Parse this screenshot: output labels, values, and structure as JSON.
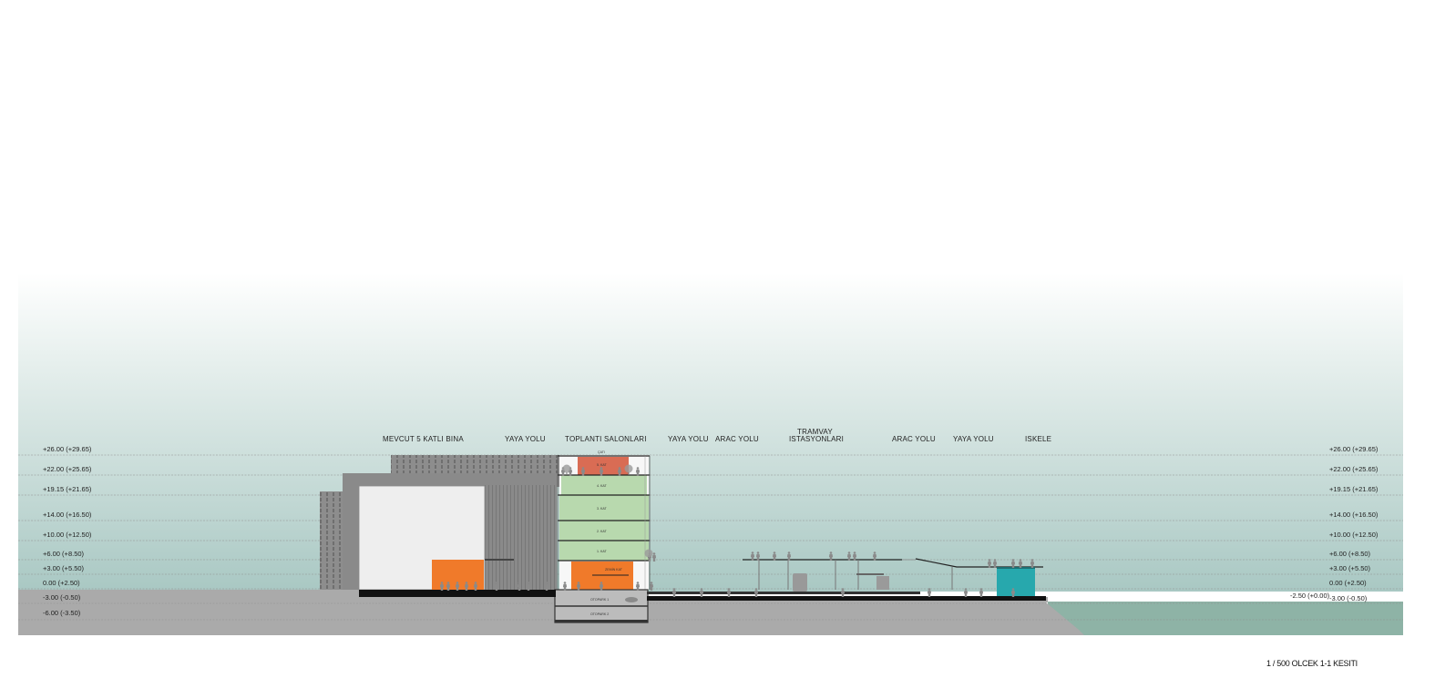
{
  "zones": [
    {
      "id": "mevcut",
      "label": "MEVCUT 5 KATLI BINA"
    },
    {
      "id": "yaya1",
      "label": "YAYA YOLU"
    },
    {
      "id": "toplanti",
      "label": "TOPLANTI SALONLARI"
    },
    {
      "id": "yaya2",
      "label": "YAYA YOLU"
    },
    {
      "id": "arac1",
      "label": "ARAC YOLU"
    },
    {
      "id": "tramvay",
      "label": "TRAMVAY",
      "label2": "ISTASYONLARI"
    },
    {
      "id": "arac2",
      "label": "ARAC YOLU"
    },
    {
      "id": "yaya3",
      "label": "YAYA YOLU"
    },
    {
      "id": "iskele",
      "label": "ISKELE"
    }
  ],
  "levels_left": [
    "+26.00 (+29.65)",
    "+22.00 (+25.65)",
    "+19.15 (+21.65)",
    "+14.00 (+16.50)",
    "+10.00 (+12.50)",
    "+6.00 (+8.50)",
    "+3.00 (+5.50)",
    "0.00 (+2.50)",
    "-3.00 (-0.50)",
    "-6.00 (-3.50)"
  ],
  "levels_right": [
    "+26.00 (+29.65)",
    "+22.00 (+25.65)",
    "+19.15 (+21.65)",
    "+14.00 (+16.50)",
    "+10.00 (+12.50)",
    "+6.00 (+8.50)",
    "+3.00 (+5.50)",
    "0.00 (+2.50)",
    "-3.00 (-0.50)"
  ],
  "sea_level_label": "-2.50 (+0.00)",
  "floors": {
    "roof": "ÇATI",
    "f5": "5. KAT",
    "f4": "4. KAT",
    "f3": "3. KAT",
    "f2": "2. KAT",
    "f1": "1. KAT",
    "ground": "ZEMİN KAT",
    "p1": "OTOPARK 1",
    "p2": "OTOPARK 2"
  },
  "title": "1 / 500 OLCEK  1-1 KESITI",
  "colors": {
    "sky_bottom": "#a9c8c3",
    "ground": "#aaaaaa",
    "sea": "#8eb3a6",
    "existing_building": "#8a8a8a",
    "facade_panel": "#eeeeee",
    "orange": "#f07a2a",
    "red_floor": "#d96c54",
    "green_floor": "#b8d9ae",
    "teal_pier": "#27a8ad"
  }
}
